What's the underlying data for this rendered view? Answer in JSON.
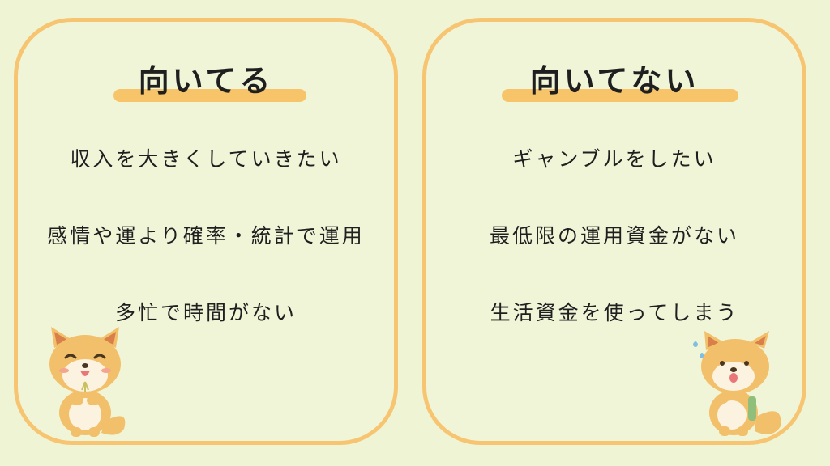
{
  "left_panel": {
    "title": "向いてる",
    "items": [
      "収入を大きくしていきたい",
      "感情や運より確率・統計で運用",
      "多忙で時間がない"
    ]
  },
  "right_panel": {
    "title": "向いてない",
    "items": [
      "ギャンブルをしたい",
      "最低限の運用資金がない",
      "生活資金を使ってしまう"
    ]
  },
  "colors": {
    "background": "#eff4d4",
    "border": "#f7c571",
    "underline": "#f8c46a",
    "fox": "#f2c06a"
  }
}
